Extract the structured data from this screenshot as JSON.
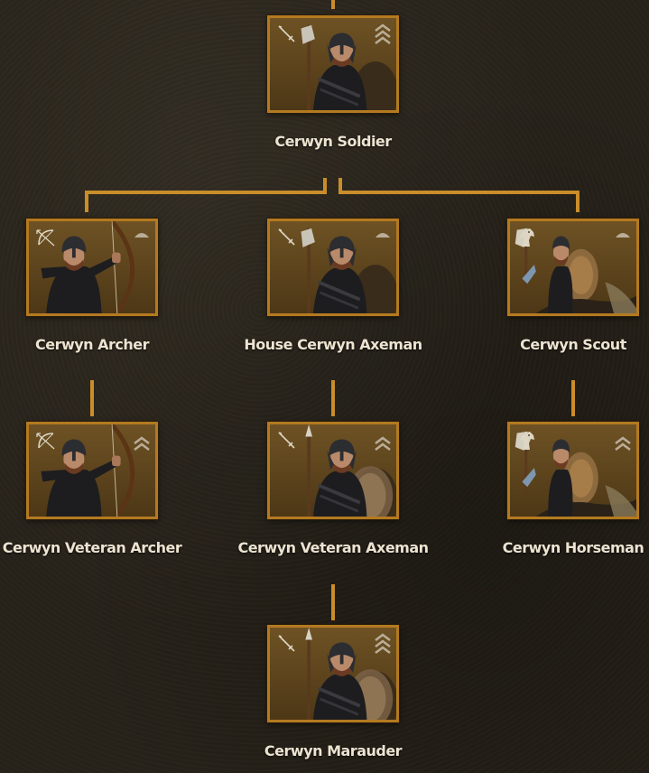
{
  "units": {
    "soldier": {
      "name": "Cerwyn Soldier",
      "class": "sword-icon",
      "tier": 2
    },
    "archer": {
      "name": "Cerwyn Archer",
      "class": "bow-icon",
      "tier": 0
    },
    "axeman": {
      "name": "House Cerwyn Axeman",
      "class": "sword-icon",
      "tier": 0
    },
    "scout": {
      "name": "Cerwyn Scout",
      "class": "horse-icon",
      "tier": 0
    },
    "veteran_archer": {
      "name": "Cerwyn Veteran Archer",
      "class": "bow-icon",
      "tier": 1
    },
    "veteran_axeman": {
      "name": "Cerwyn Veteran Axeman",
      "class": "sword-icon",
      "tier": 1
    },
    "horseman": {
      "name": "Cerwyn Horseman",
      "class": "horse-icon",
      "tier": 1
    },
    "marauder": {
      "name": "Cerwyn Marauder",
      "class": "sword-icon",
      "tier": 2
    }
  },
  "colors": {
    "accent": "#c98d2a",
    "frame": "#b47a20",
    "text": "#ece3d1",
    "background": "#272219"
  }
}
